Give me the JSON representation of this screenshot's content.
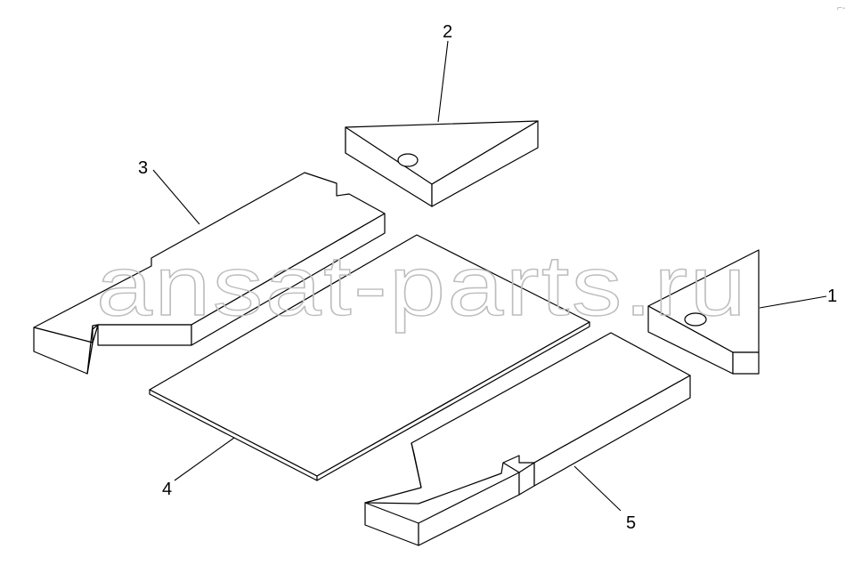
{
  "diagram": {
    "callouts": [
      {
        "id": "1",
        "label": "1"
      },
      {
        "id": "2",
        "label": "2"
      },
      {
        "id": "3",
        "label": "3"
      },
      {
        "id": "4",
        "label": "4"
      },
      {
        "id": "5",
        "label": "5"
      }
    ],
    "watermark": "ansat-parts.ru",
    "corner_mark": "⌐-",
    "colors": {
      "line": "#000000",
      "background": "#ffffff",
      "watermark": "#bdbdbd"
    }
  }
}
